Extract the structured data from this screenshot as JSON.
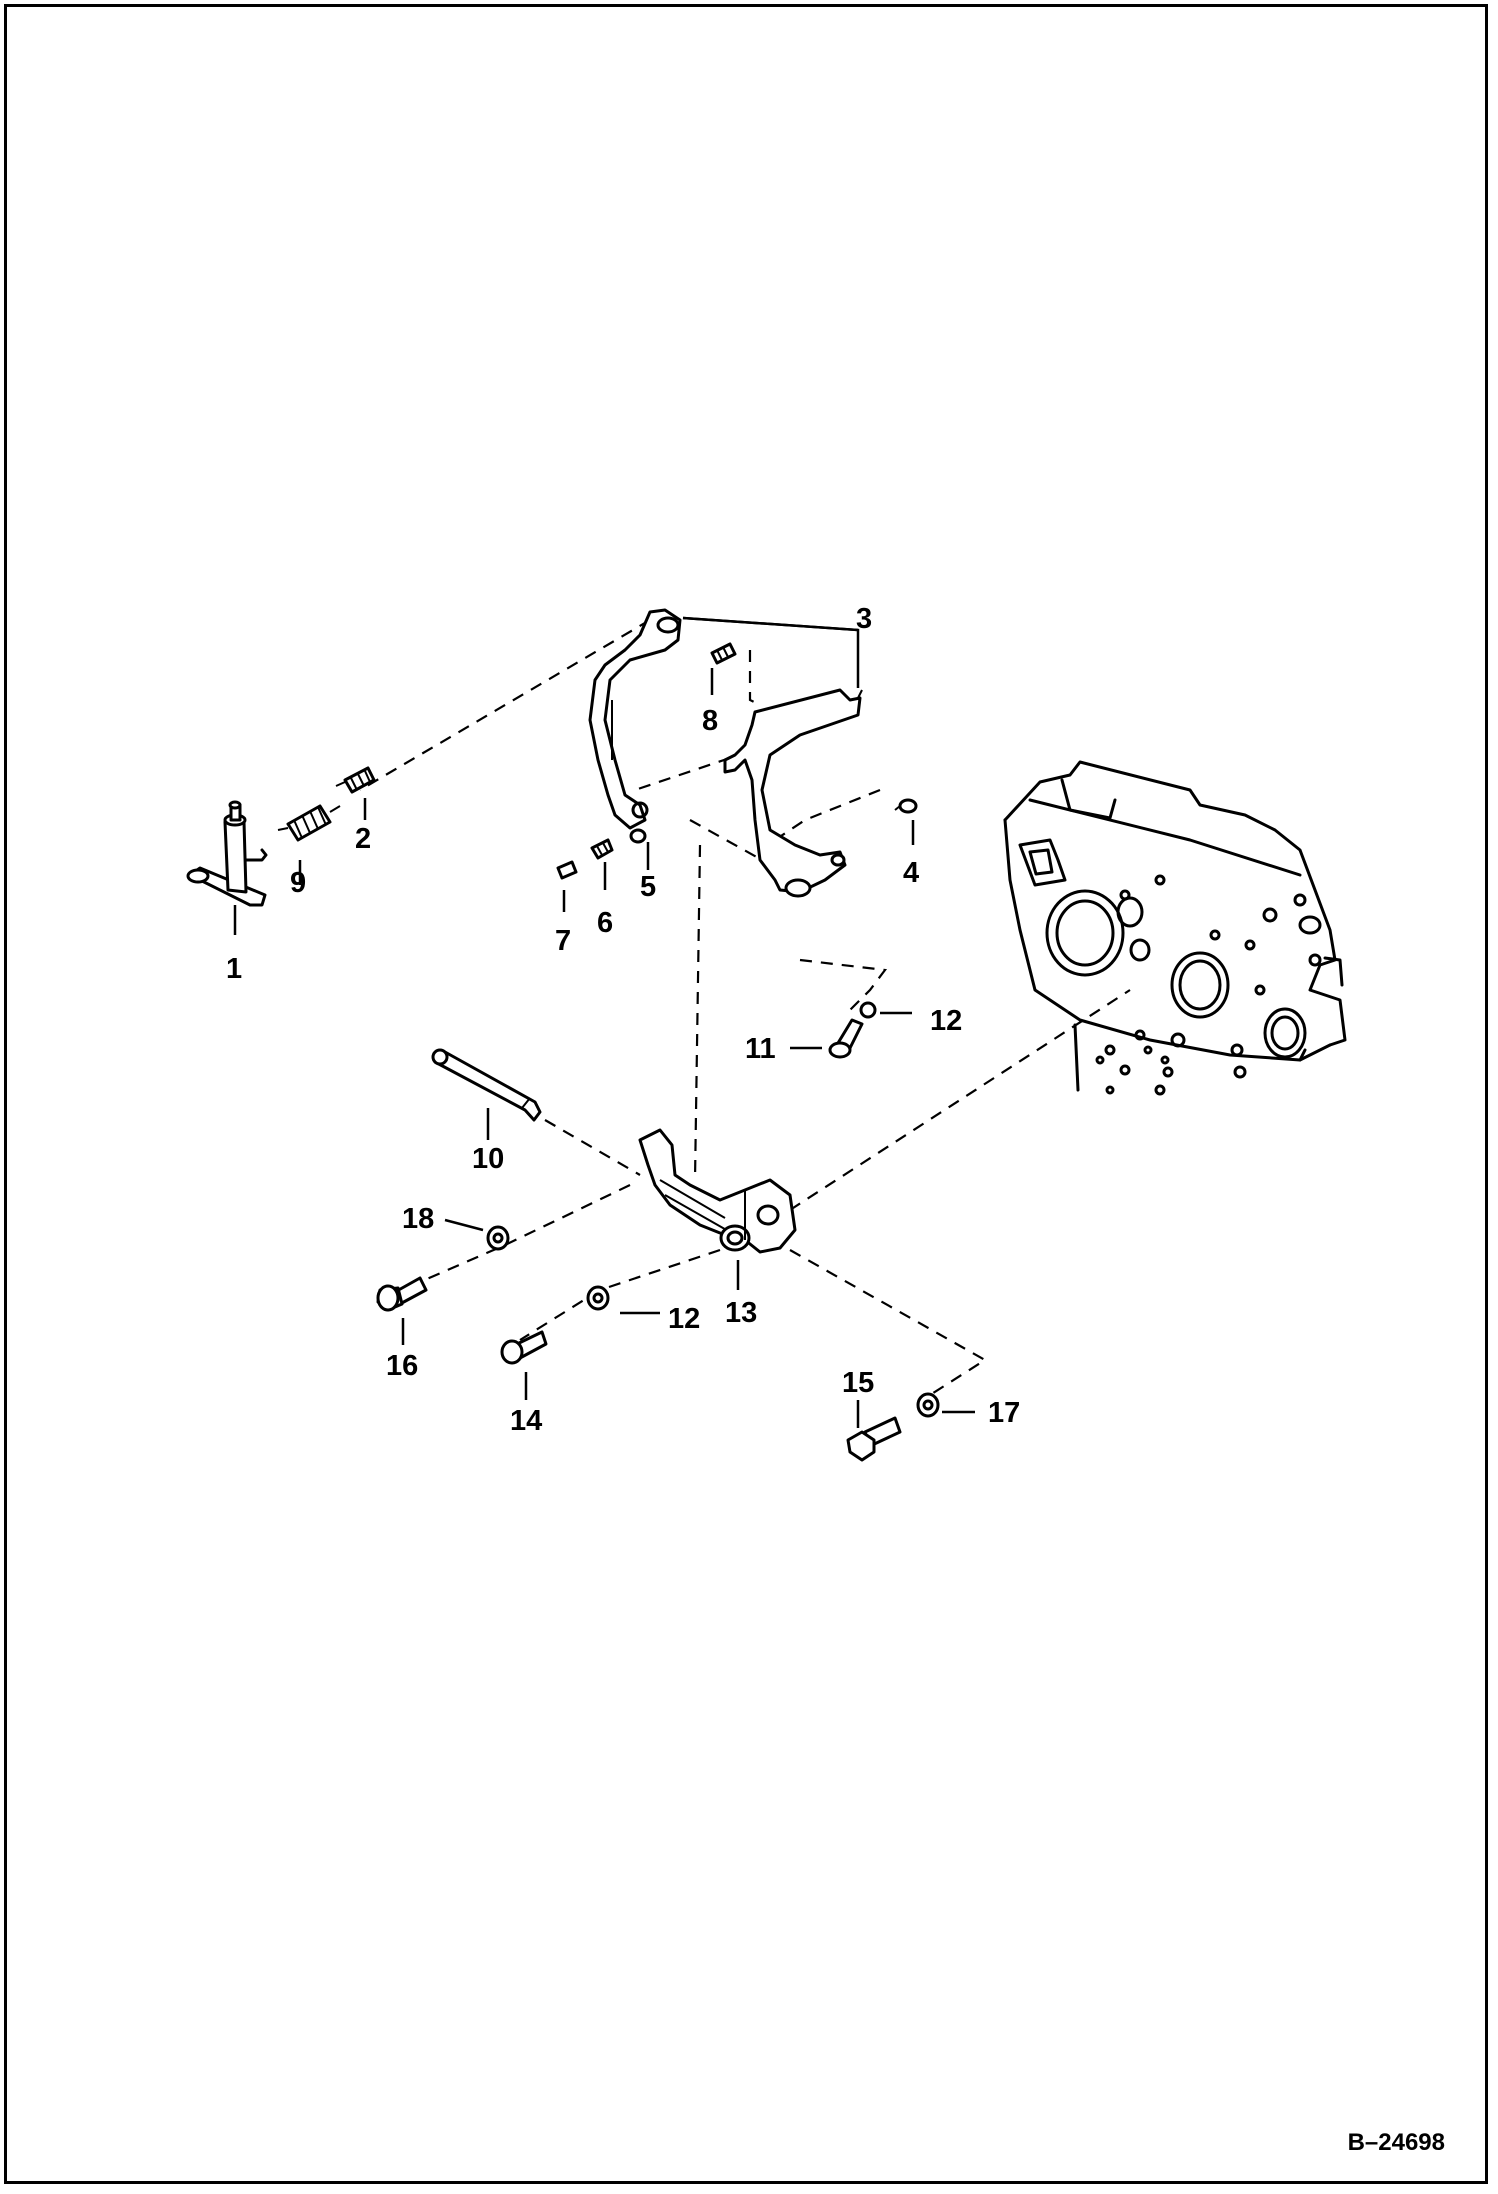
{
  "reference_number": "B–24698",
  "parts": [
    {
      "id": "part-1",
      "label": "1"
    },
    {
      "id": "part-2",
      "label": "2"
    },
    {
      "id": "part-3",
      "label": "3"
    },
    {
      "id": "part-4",
      "label": "4"
    },
    {
      "id": "part-5",
      "label": "5"
    },
    {
      "id": "part-6",
      "label": "6"
    },
    {
      "id": "part-7",
      "label": "7"
    },
    {
      "id": "part-8",
      "label": "8"
    },
    {
      "id": "part-9",
      "label": "9"
    },
    {
      "id": "part-10",
      "label": "10"
    },
    {
      "id": "part-11",
      "label": "11"
    },
    {
      "id": "part-12a",
      "label": "12"
    },
    {
      "id": "part-12b",
      "label": "12"
    },
    {
      "id": "part-13",
      "label": "13"
    },
    {
      "id": "part-14",
      "label": "14"
    },
    {
      "id": "part-15",
      "label": "15"
    },
    {
      "id": "part-16",
      "label": "16"
    },
    {
      "id": "part-17",
      "label": "17"
    },
    {
      "id": "part-18",
      "label": "18"
    }
  ]
}
